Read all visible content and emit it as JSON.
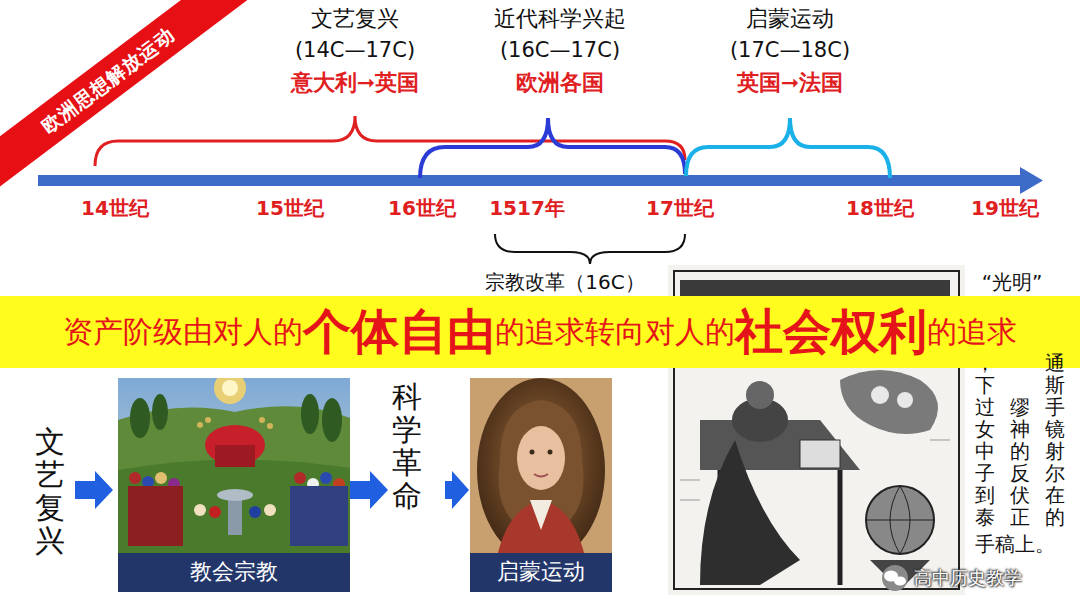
{
  "diagram": {
    "nodes": [
      {
        "text": [
          "欧洲思想解放运动"
        ]
      },
      {
        "text": [
          "资产阶级由对人的",
          "个体自由",
          "的追求转向对人的",
          "社会权利",
          "的追求"
        ]
      },
      {
        "text": [
          "教会宗教"
        ]
      },
      {
        "text": [
          "启蒙运动"
        ]
      }
    ],
    "labels": [
      "文艺复兴",
      "(14C—17C)",
      "意大利➞英国",
      "近代科学兴起",
      "(16C—17C)",
      "欧洲各国",
      "启蒙运动",
      "(17C—18C)",
      "英国➞法国",
      "14世纪",
      "15世纪",
      "16世纪",
      "1517年",
      "17世纪",
      "18世纪",
      "19世纪",
      "宗教改革（16C）",
      "文艺复兴",
      "科学革命",
      "“光明”",
      "，下过女中子到泰",
      "缪神的反伏正",
      "通斯手镜射尔在的",
      "手稿上。",
      "高中历史教学"
    ]
  }
}
